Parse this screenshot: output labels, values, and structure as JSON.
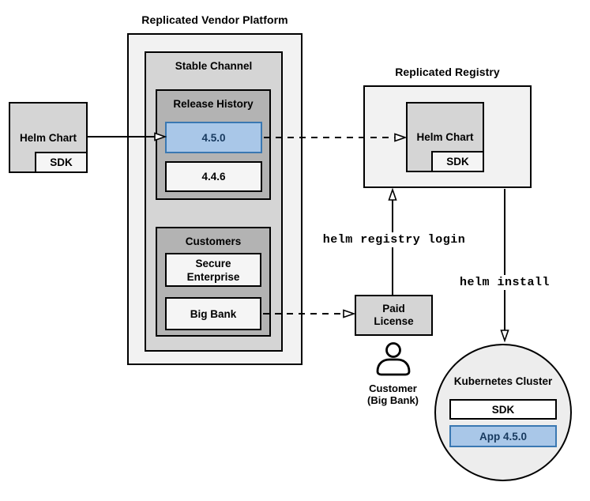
{
  "vendor_platform": {
    "title": "Replicated Vendor Platform",
    "stable_channel": {
      "title": "Stable Channel",
      "release_history": {
        "title": "Release History",
        "releases": [
          {
            "version": "4.5.0",
            "highlighted": true
          },
          {
            "version": "4.4.6",
            "highlighted": false
          }
        ]
      },
      "customers": {
        "title": "Customers",
        "items": [
          {
            "name": "Secure Enterprise"
          },
          {
            "name": "Big Bank"
          }
        ]
      }
    }
  },
  "source_chart": {
    "label": "Helm Chart",
    "sdk_label": "SDK"
  },
  "registry": {
    "title": "Replicated Registry",
    "chart_label": "Helm Chart",
    "sdk_label": "SDK"
  },
  "paid_license": {
    "label": "Paid License"
  },
  "customer": {
    "lines": [
      "Customer",
      "(Big Bank)"
    ]
  },
  "cluster": {
    "title": "Kubernetes Cluster",
    "sdk_label": "SDK",
    "app_label": "App 4.5.0"
  },
  "commands": {
    "registry_login": "helm registry login",
    "install": "helm install"
  },
  "colors": {
    "box_light": "#f2f2f2",
    "box_mid": "#d5d5d5",
    "box_dark": "#b3b3b3",
    "box_offwhite": "#f5f5f5",
    "box_white": "#ffffff",
    "circle_fill": "#ededed",
    "blue_fill": "#a9c7e8",
    "blue_border": "#3a78b2",
    "blue_text": "#17395e",
    "stroke": "#000000"
  }
}
